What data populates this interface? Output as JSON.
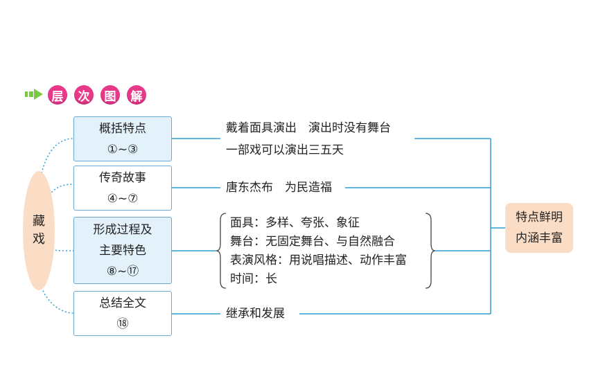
{
  "header": {
    "title_chars": [
      "层",
      "次",
      "图",
      "解"
    ]
  },
  "root": {
    "chars": [
      "藏",
      "戏"
    ]
  },
  "sections": [
    {
      "title": "概括特点",
      "range": "①~③",
      "content": [
        "戴着面具演出　演出时没有舞台",
        "一部戏可以演出三五天"
      ]
    },
    {
      "title": "传奇故事",
      "range": "④~⑦",
      "content": [
        "唐东杰布　为民造福"
      ]
    },
    {
      "title_lines": [
        "形成过程及",
        "主要特色"
      ],
      "range": "⑧~⑰",
      "content": [
        "面具：多样、夸张、象征",
        "舞台：无固定舞台、与自然融合",
        "表演风格：用说唱描述、动作丰富",
        "时间：长"
      ]
    },
    {
      "title": "总结全文",
      "range": "⑱",
      "content": [
        "继承和发展"
      ]
    }
  ],
  "summary": {
    "lines": [
      "特点鲜明",
      "内涵丰富"
    ]
  },
  "colors": {
    "accent": "#e8388a",
    "line": "#2b9fd4",
    "peach": "#fbdcc5",
    "box_border": "#6aa8d6",
    "box_shade": "#e3f1fb"
  }
}
